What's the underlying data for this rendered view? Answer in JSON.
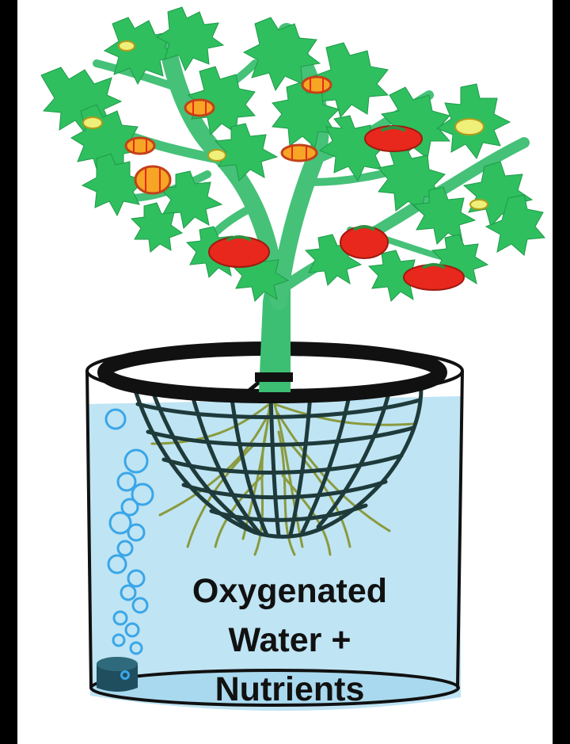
{
  "diagram": {
    "label_lines": [
      "Oxygenated",
      "Water +",
      "Nutrients"
    ],
    "colors": {
      "background": "#ffffff",
      "frame": "#000000",
      "water": "#bfe4f3",
      "water_surface": "#a9d9ee",
      "leaf": "#2fbf5f",
      "stem": "#3dbf73",
      "tomato_red": "#e8281c",
      "tomato_orange": "#f6a524",
      "tomato_yellow": "#eef07a",
      "roots": "#8a9a3e",
      "net": "#1e3a3a",
      "ring": "#111111",
      "bubble": "#3aa6e8",
      "pump": "#1f4e5e"
    },
    "icons": [
      "tomato-plant-icon",
      "net-pot-icon",
      "air-pump-icon",
      "bubble-icon"
    ]
  }
}
